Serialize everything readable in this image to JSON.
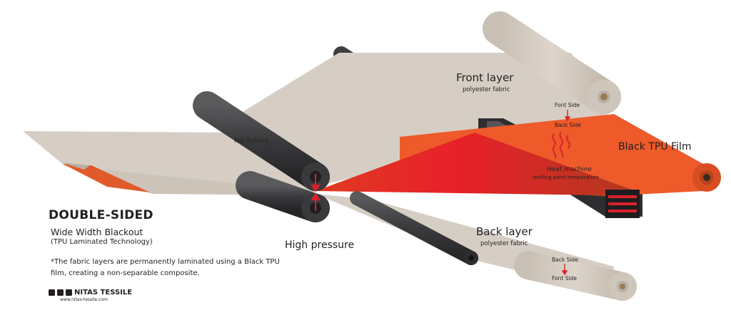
{
  "labels": {
    "front_layer": "Front layer",
    "front_layer_sub": "polyester fabric",
    "front_side_top": "Font Side",
    "back_side_top": "Back Side",
    "black_tpu": "Black TPU Film",
    "nip_rollers": "Nip Rollers",
    "heat_machine": "Heat machine",
    "heat_machine_sub": "melting point temperature",
    "back_layer": "Back layer",
    "back_layer_sub": "polyester fabric",
    "back_side_bottom": "Back Side",
    "front_side_bottom": "Font Side",
    "high_pressure": "High pressure"
  },
  "info": {
    "title": "DOUBLE-SIDED",
    "subtitle": "Wide Width Blackout",
    "technology": "(TPU Laminated Technology)",
    "note": "*The fabric layers are permanently laminated using a Black TPU film, creating a non-separable composite.",
    "brand": "NITAS TESSILE",
    "website": "www.nitas-tessile.com"
  },
  "colors": {
    "fabric": "#d6cec4",
    "fabric_roll": "#cfc6bb",
    "tpu_orange": "#ee5a2a",
    "heat_red": "#e8202a",
    "roller_dark": "#3d3d3f",
    "arrow_red": "#d9222a",
    "text": "#231f20"
  },
  "icons": [
    "facebook-icon",
    "instagram-icon",
    "youtube-icon"
  ]
}
